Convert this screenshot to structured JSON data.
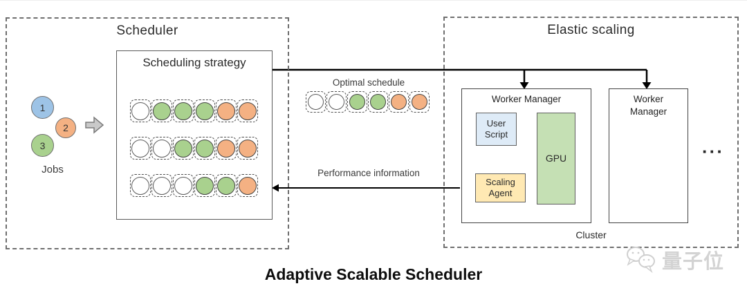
{
  "palette": {
    "white": "#FFFFFF",
    "green": "#A9D18E",
    "orange": "#F4B183",
    "blue": "#9DC3E6",
    "user_script_fill": "#DEEBF7",
    "gpu_fill": "#C5E0B4",
    "scaling_agent_fill": "#FFE9B3",
    "connector": "#000000",
    "watermark_gray": "#D3D3D3"
  },
  "scheduler": {
    "title": "Scheduler",
    "strategy": {
      "title": "Scheduling strategy",
      "rows": [
        [
          "white",
          "green",
          "green",
          "green",
          "orange",
          "orange"
        ],
        [
          "white",
          "white",
          "green",
          "green",
          "orange",
          "orange"
        ],
        [
          "white",
          "white",
          "white",
          "green",
          "green",
          "orange"
        ]
      ]
    },
    "jobs": {
      "label": "Jobs",
      "items": [
        {
          "label": "1",
          "color": "blue"
        },
        {
          "label": "2",
          "color": "orange"
        },
        {
          "label": "3",
          "color": "green"
        }
      ]
    }
  },
  "optimal_schedule": {
    "label": "Optimal schedule",
    "cells": [
      "white",
      "white",
      "green",
      "green",
      "orange",
      "orange"
    ]
  },
  "performance_label": "Performance information",
  "elastic": {
    "title": "Elastic scaling",
    "cluster_label": "Cluster",
    "ellipsis": "···",
    "worker_manager_1": {
      "title": "Worker Manager",
      "user_script": "User Script",
      "gpu": "GPU",
      "scaling_agent": "Scaling Agent"
    },
    "worker_manager_2": {
      "title": "Worker Manager"
    }
  },
  "caption": "Adaptive Scalable Scheduler",
  "watermark": "量子位"
}
